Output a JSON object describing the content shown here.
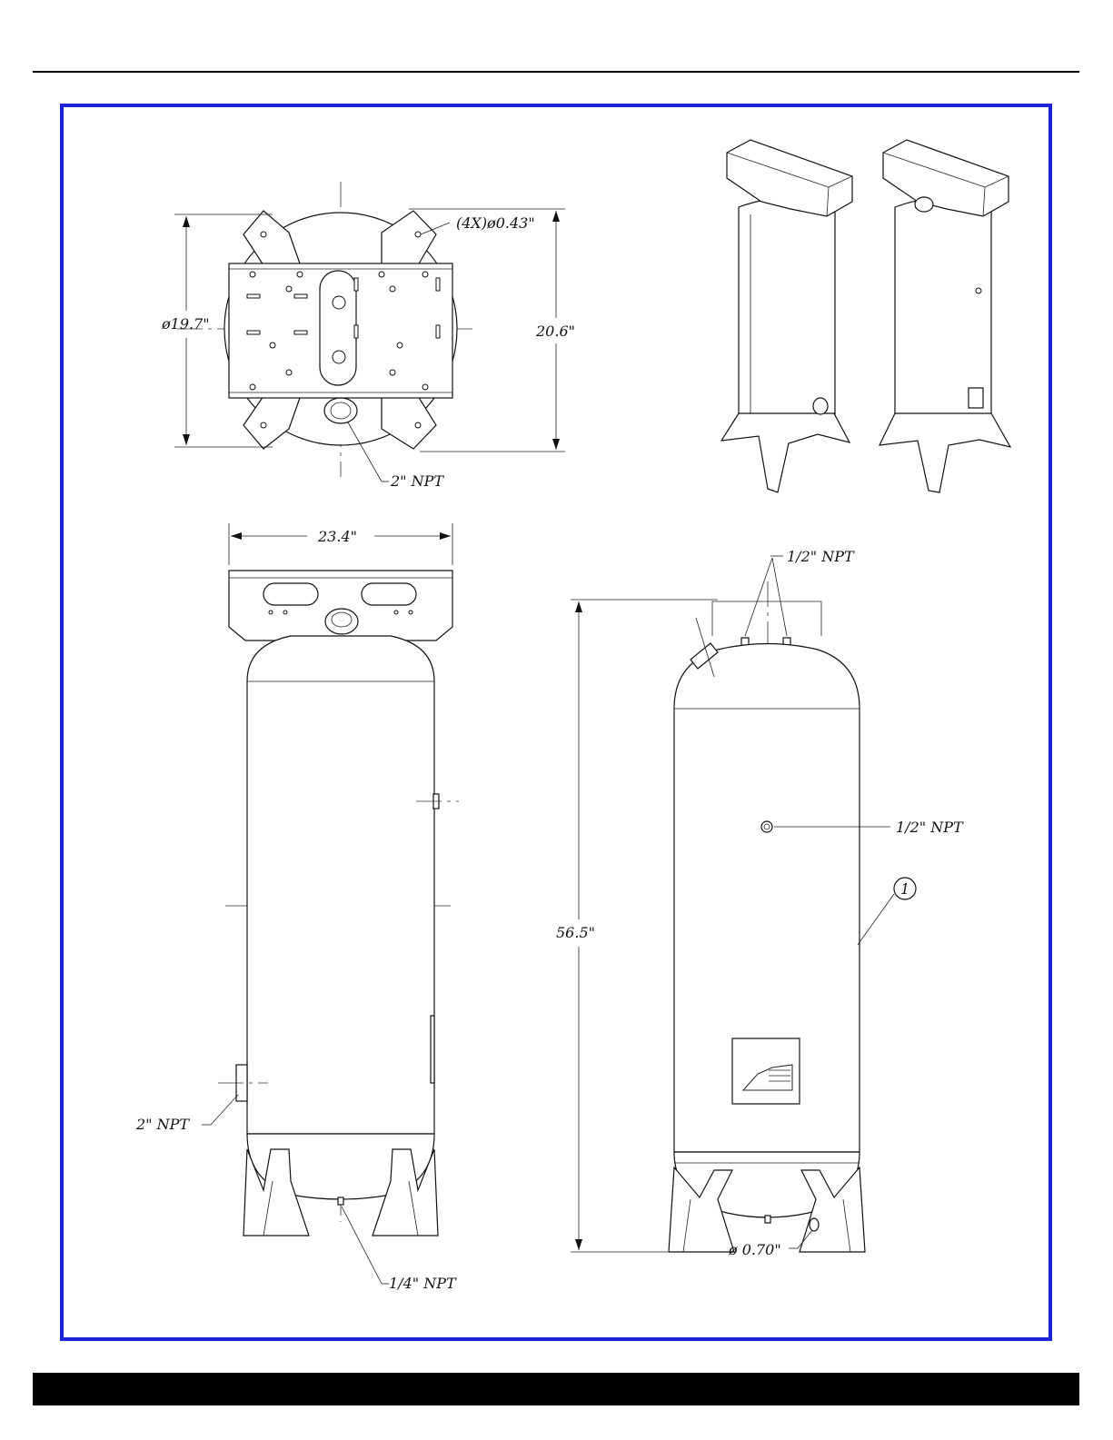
{
  "colors": {
    "frame": "#1d24d8",
    "footer_bar": "#000000",
    "rules": "#000000"
  },
  "top_view": {
    "mount_holes_label": "(4X)ø0.43\"",
    "diameter_label": "ø19.7\"",
    "depth_label": "20.6\"",
    "drain_port_label": "2\"  NPT"
  },
  "side_view": {
    "width_label": "23.4\"",
    "inlet_port_label": "2\"  NPT",
    "drain_port_label": "1/4\"  NPT"
  },
  "front_view": {
    "top_ports_label": "1/2\"  NPT",
    "side_port_label": "1/2\"  NPT",
    "height_label": "56.5\"",
    "item_balloon": "1",
    "foot_hole_label": "ø  0.70\""
  }
}
